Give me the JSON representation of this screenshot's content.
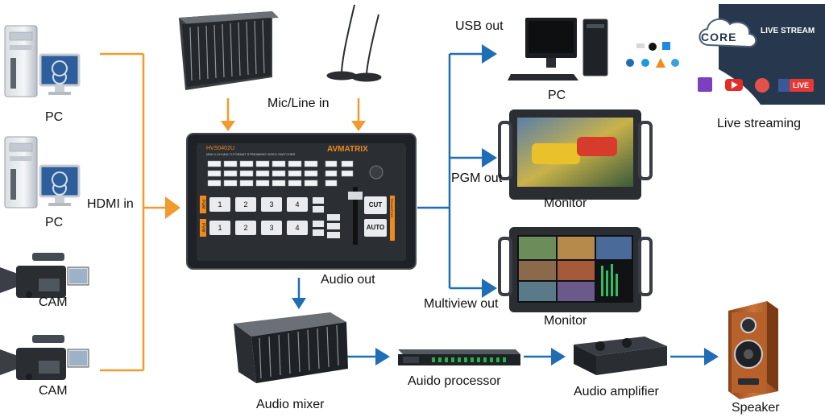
{
  "labels": {
    "pc_1": "PC",
    "pc_2": "PC",
    "cam_1": "CAM",
    "cam_2": "CAM",
    "hdmi_in": "HDMI in",
    "mic_line_in": "Mic/Line in",
    "audio_out": "Audio out",
    "usb_out": "USB out",
    "pc_out": "PC",
    "pgm_out": "PGM out",
    "monitor_1": "Monitor",
    "multiview_out": "Multiview out",
    "monitor_2": "Monitor",
    "live_streaming": "Live streaming",
    "audio_mixer": "Audio mixer",
    "audio_processor": "Auido processor",
    "audio_amplifier": "Audio amplifier",
    "speaker": "Speaker"
  },
  "switcher": {
    "brand": "AVMATRIX",
    "model": "HVS0402U",
    "subtitle": "MINI 4-CH MULTI-FORMAT STREAMING VIDEO SWITCHER",
    "pgm_buttons": [
      "1",
      "2",
      "3",
      "4"
    ],
    "pvw_buttons": [
      "1",
      "2",
      "3",
      "4"
    ],
    "cut_label": "CUT",
    "auto_label": "AUTO",
    "pgm_tag": "PGM",
    "pvw_tag": "PVW",
    "transition_tag": "TRANSITION"
  },
  "streaming": {
    "core_logo": "CORE",
    "banner": "LIVE STREAM",
    "software_logos": [
      "XSplit",
      "OBS",
      "Windows",
      "vMix",
      "Skype",
      "VLC",
      "QuickTime"
    ],
    "platform_icons": [
      "Twitch",
      "YouTube",
      "Periscope",
      "Facebook Live"
    ],
    "live_label": "LIVE"
  },
  "colors": {
    "input_line": "#f39a2e",
    "output_line": "#1f6db5",
    "switcher_accent": "#f08a1c",
    "streaming_panel": "#27384e",
    "speaker_wood": "#b8612a"
  }
}
